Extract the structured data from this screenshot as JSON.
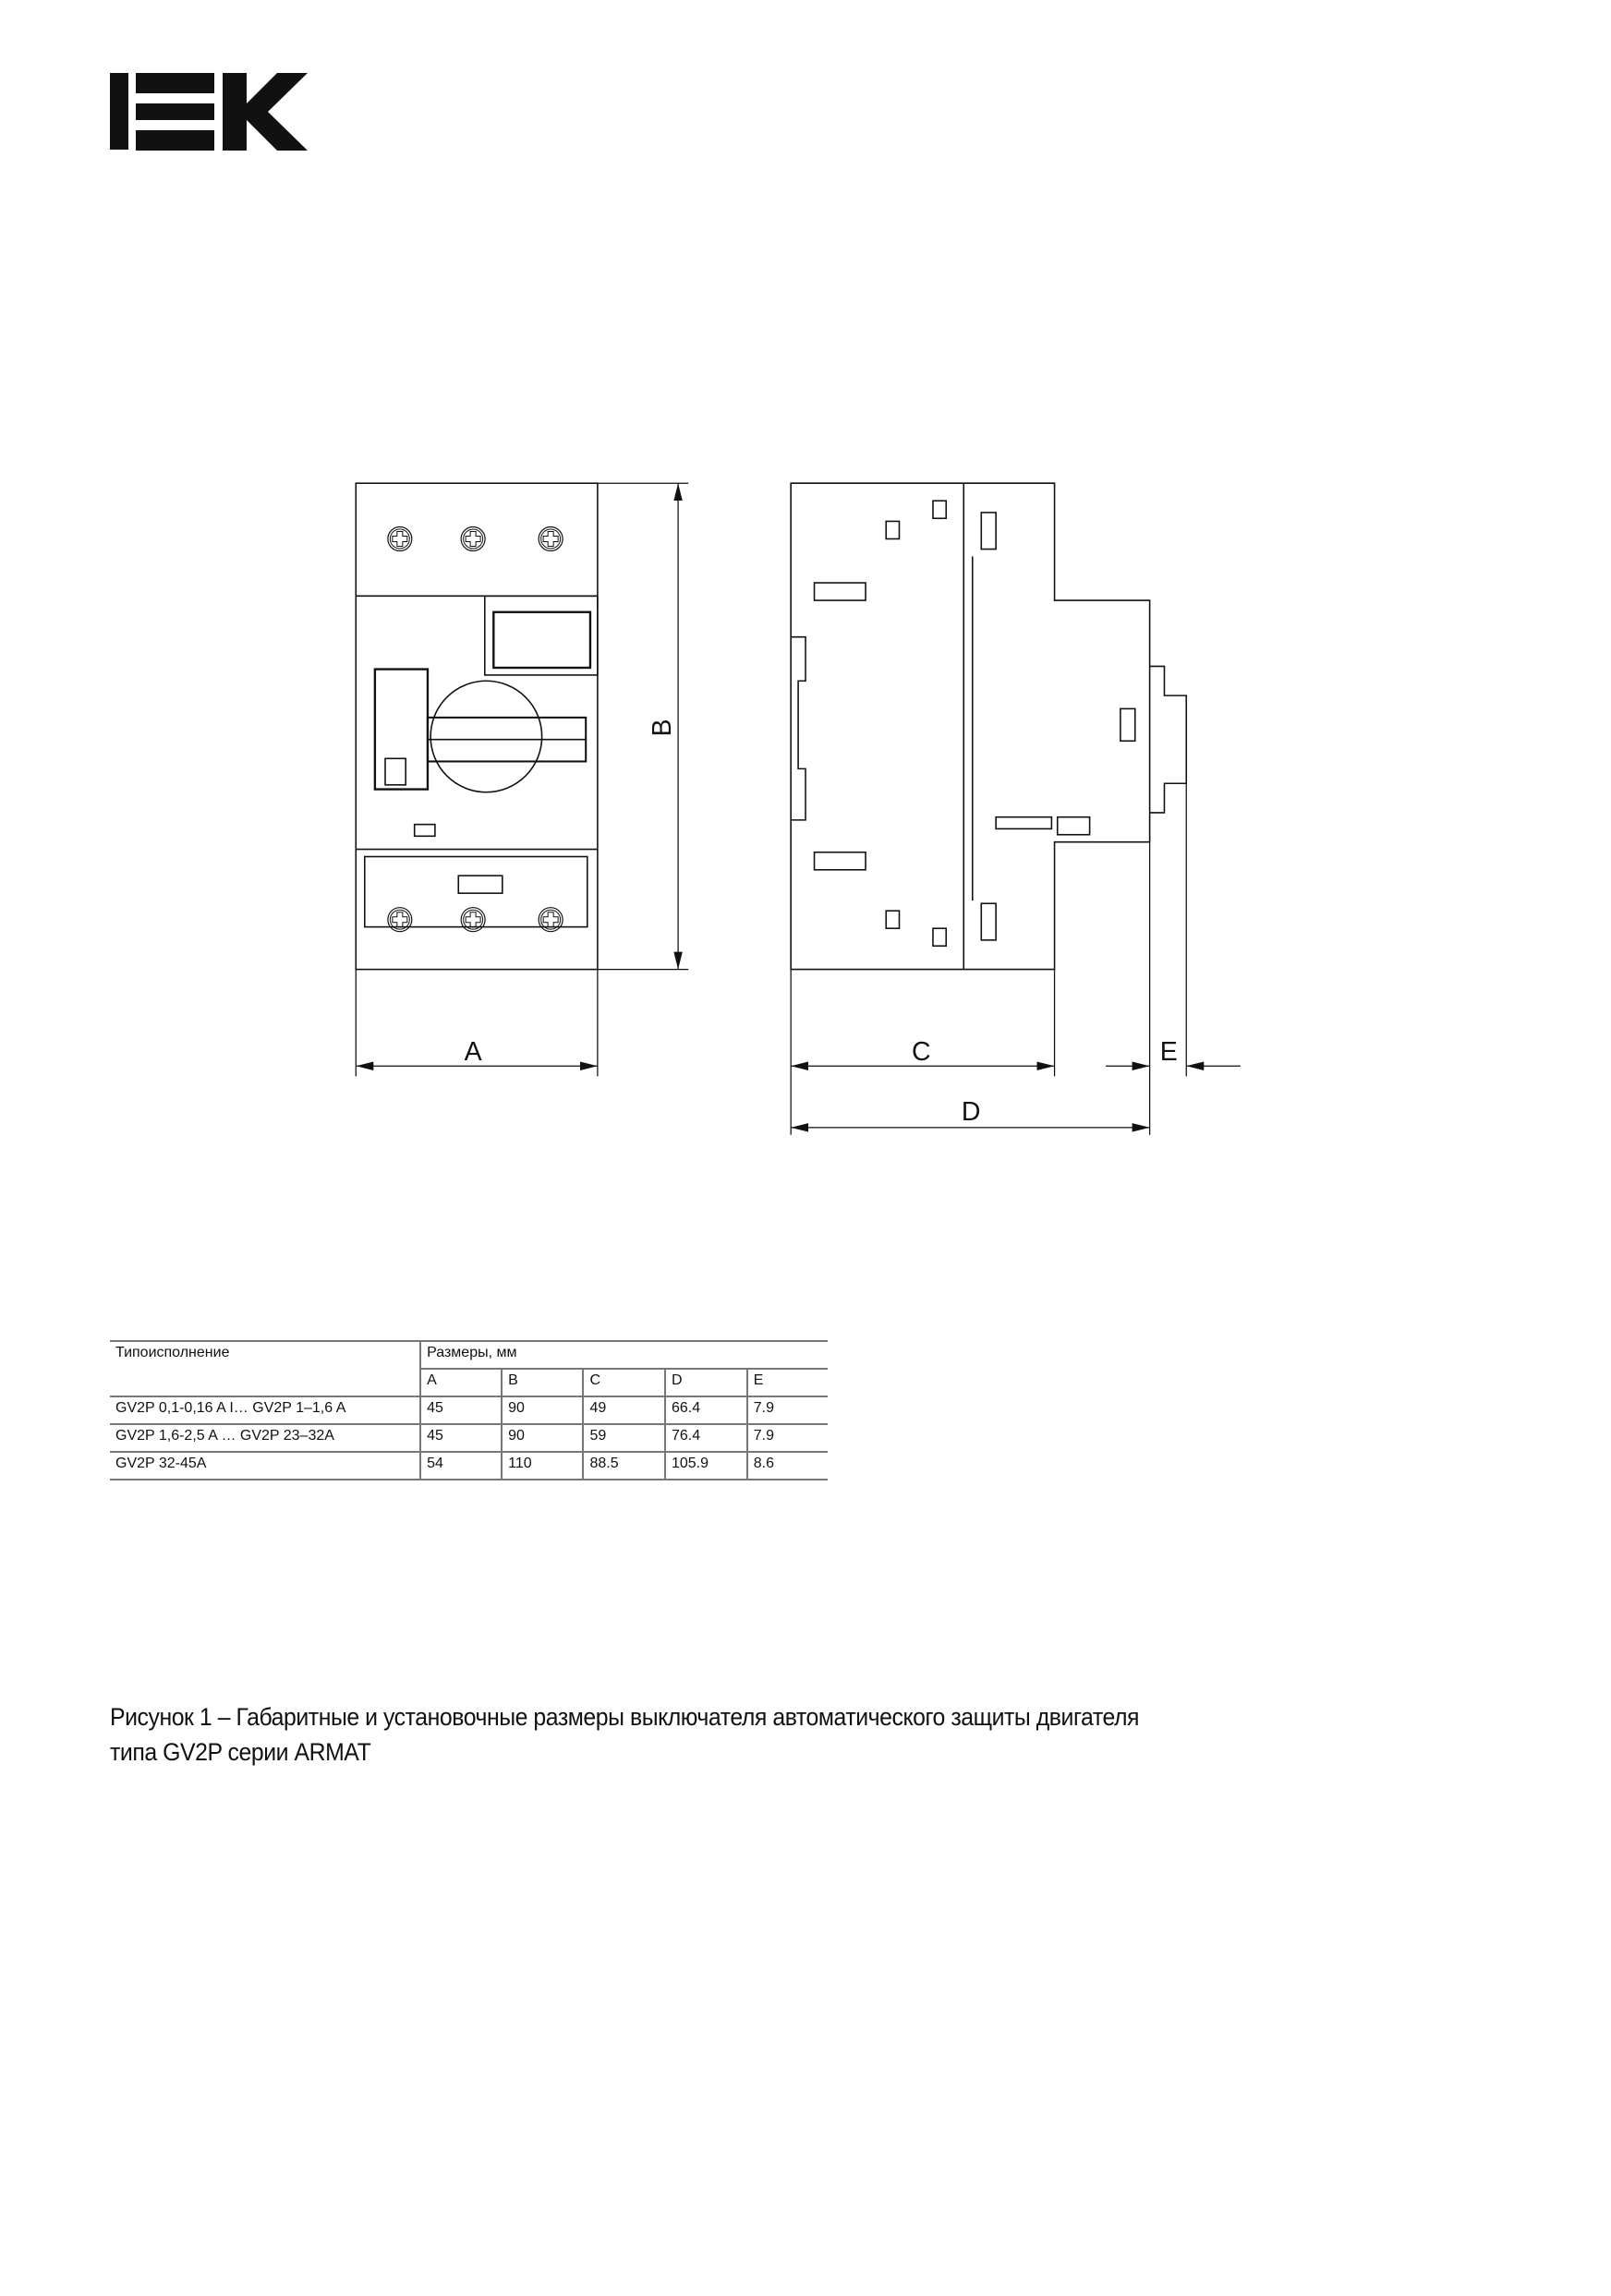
{
  "logo": {
    "text": "IEK"
  },
  "drawing": {
    "dimension_labels": {
      "a": "A",
      "b": "B",
      "c": "C",
      "d": "D",
      "e": "E"
    }
  },
  "table": {
    "header_model": "Типоисполнение",
    "header_dimensions": "Размеры, мм",
    "columns": [
      "A",
      "B",
      "C",
      "D",
      "E"
    ],
    "rows": [
      {
        "model": "GV2P 0,1-0,16 A I… GV2P 1–1,6 A",
        "values": [
          "45",
          "90",
          "49",
          "66.4",
          "7.9"
        ]
      },
      {
        "model": "GV2P 1,6-2,5 A  … GV2P 23–32A",
        "values": [
          "45",
          "90",
          "59",
          "76.4",
          "7.9"
        ]
      },
      {
        "model": "GV2P 32-45A",
        "values": [
          "54",
          "110",
          "88.5",
          "105.9",
          "8.6"
        ]
      }
    ]
  },
  "caption": {
    "line1": "Рисунок 1 – Габаритные и установочные размеры выключателя автоматического защиты двигателя",
    "line2": "типа GV2P серии ARMAT"
  }
}
